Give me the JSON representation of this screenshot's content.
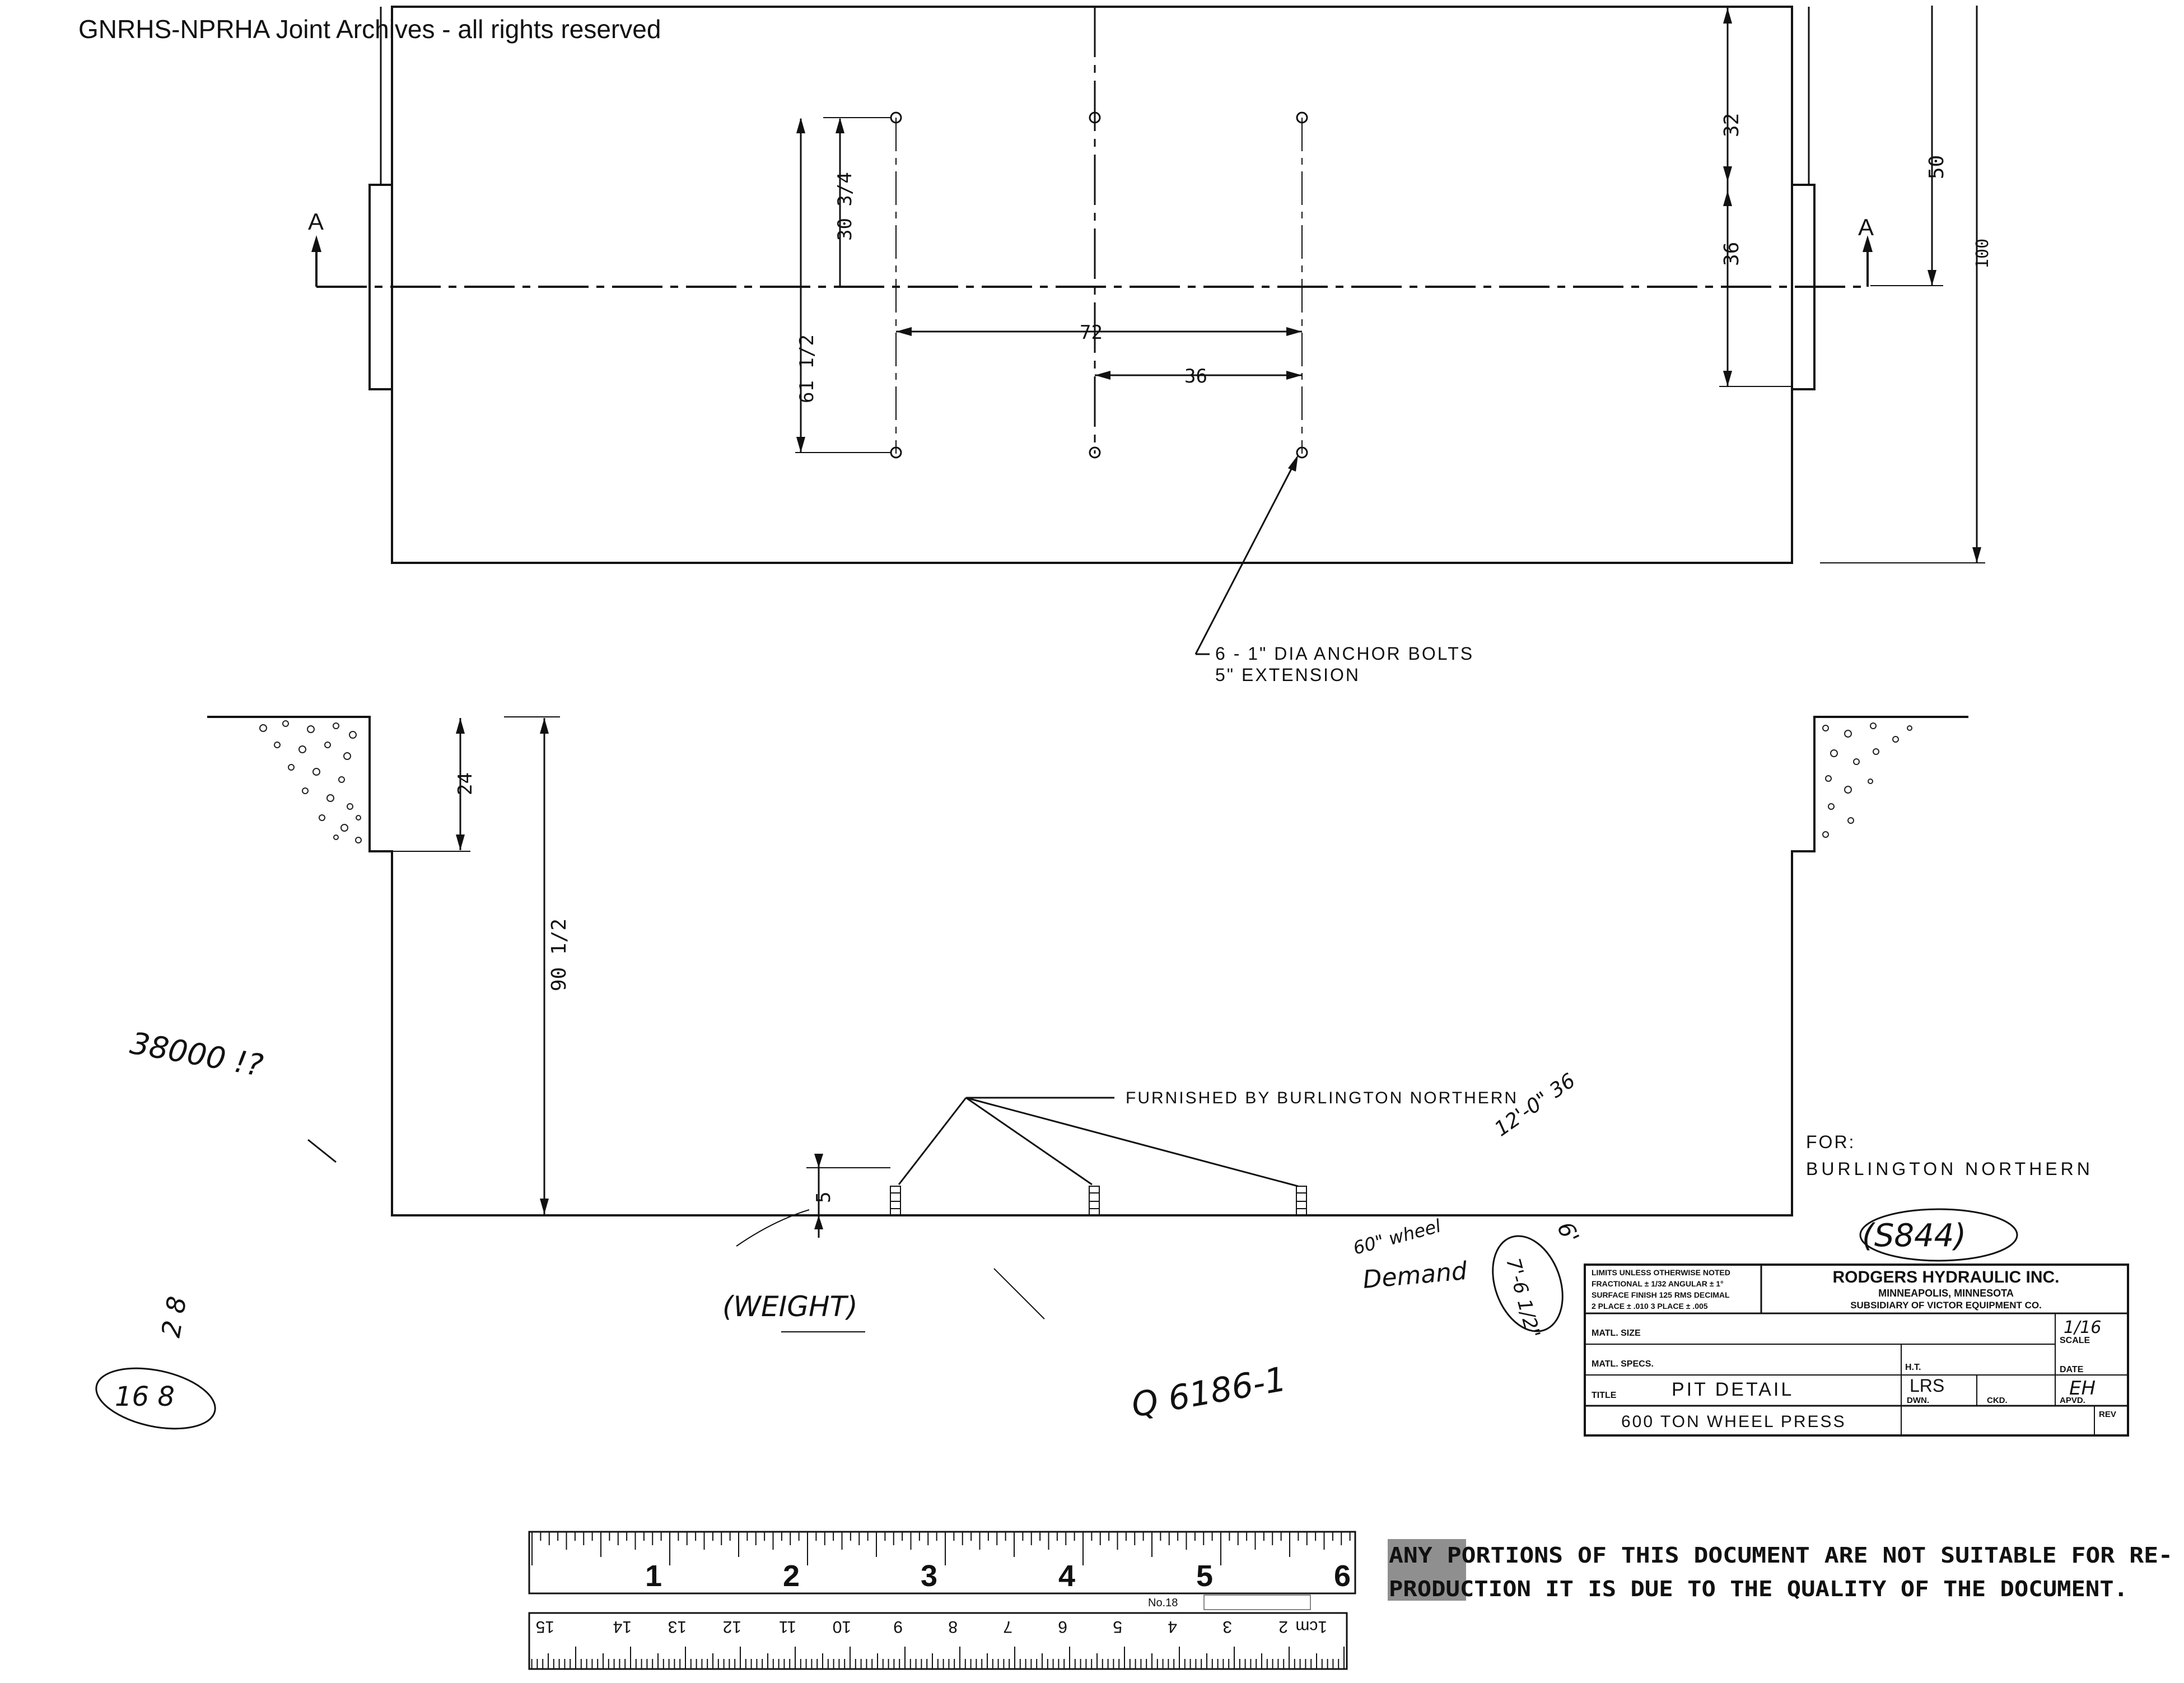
{
  "watermark": "GNRHS-NPRHA Joint Archives - all rights reserved",
  "plan_view": {
    "section_marker": "A",
    "dimensions": {
      "d32": "32",
      "d36_right": "36",
      "d50": "50",
      "d100": "100",
      "d30_3_4": "30 3/4",
      "d61_1_2": "61 1/2",
      "d72": "72",
      "d36_mid": "36"
    },
    "note_line1": "6 - 1\" DIA ANCHOR BOLTS",
    "note_line2": "5\" EXTENSION"
  },
  "section_view": {
    "dim_24": "24",
    "dim_90_1_2": "90 1/2",
    "dim_5": "5",
    "furnished_note": "FURNISHED BY BURLINGTON NORTHERN",
    "for_label": "FOR:",
    "for_value": "BURLINGTON NORTHERN"
  },
  "handwritten": {
    "h1": "38000 !?",
    "h2": "16 8",
    "h3": "2 8",
    "weight": "(WEIGHT)",
    "code": "Q 6186-1",
    "wheel_demand_1": "60\" wheel",
    "wheel_demand_2": "Demand",
    "circled_dim": "7'-6 1/2\"",
    "dim_6": "6'",
    "s844": "(S844)",
    "right_margin": "12'-0\" 36"
  },
  "title_block": {
    "limits": [
      "LIMITS UNLESS OTHERWISE NOTED",
      "FRACTIONAL ± 1/32 ANGULAR ± 1°",
      "SURFACE FINISH 125 RMS DECIMAL",
      "2 PLACE ± .010 3 PLACE ± .005"
    ],
    "company": "RODGERS HYDRAULIC INC.",
    "city": "MINNEAPOLIS, MINNESOTA",
    "subsidiary": "SUBSIDIARY OF VICTOR EQUIPMENT CO.",
    "matl_size": "MATL. SIZE",
    "matl_specs": "MATL. SPECS.",
    "ht": "H.T.",
    "title_label": "TITLE",
    "title_value": "PIT DETAIL",
    "subtitle_value": "600 TON WHEEL PRESS",
    "scale_value": "1/16",
    "scale_label": "SCALE",
    "date_label": "DATE",
    "drawn_value": "LRS",
    "drawn_label": "DWN.",
    "checked_label": "CKD.",
    "approved_value": "EH",
    "approved_label": "APVD.",
    "rev_label": "REV"
  },
  "ruler": {
    "inch_labels": [
      "1",
      "2",
      "3",
      "4",
      "5",
      "6"
    ],
    "cm_labels": [
      "1cm",
      "2",
      "3",
      "4",
      "5",
      "6",
      "7",
      "8",
      "9",
      "10",
      "11",
      "12",
      "13",
      "14",
      "15"
    ],
    "number": "No.18"
  },
  "quality_notice": {
    "line1": "ANY PORTIONS OF THIS DOCUMENT ARE NOT SUITABLE FOR RE-",
    "line2": "PRODUCTION IT IS DUE TO THE QUALITY OF THE DOCUMENT."
  }
}
